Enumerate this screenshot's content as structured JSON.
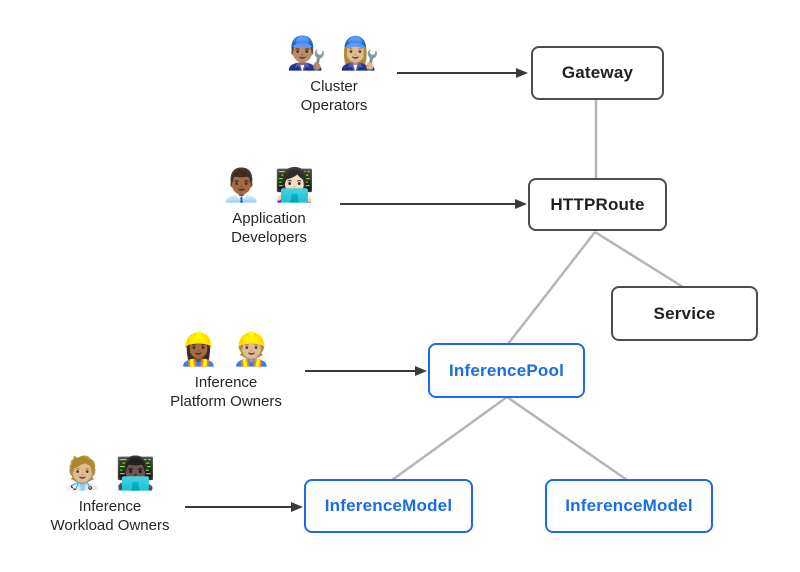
{
  "colors": {
    "node_border": "#4d4d4d",
    "node_text": "#1f1f1f",
    "blue_accent": "#1a6ce8",
    "edge_gray": "#b5b5b5",
    "arrow_dark": "#3a3a3a"
  },
  "actors": [
    {
      "emoji": "👨🏽‍🔧 👩🏼‍🔧",
      "line1": "Cluster",
      "line2": "Operators"
    },
    {
      "emoji": "👨🏾‍💼 👩🏻‍💻",
      "line1": "Application",
      "line2": "Developers"
    },
    {
      "emoji": "👷🏾‍♀️ 👷🏼",
      "line1": "Inference",
      "line2": "Platform Owners"
    },
    {
      "emoji": "🧑🏼‍⚕️ 👨🏿‍💻",
      "line1": "Inference",
      "line2": "Workload Owners"
    }
  ],
  "nodes": {
    "gateway": {
      "label": "Gateway"
    },
    "httproute": {
      "label": "HTTPRoute"
    },
    "service": {
      "label": "Service"
    },
    "inferencepool": {
      "label": "InferencePool"
    },
    "inferencemodel1": {
      "label": "InferenceModel"
    },
    "inferencemodel2": {
      "label": "InferenceModel"
    }
  },
  "edges": [
    {
      "from": "Cluster Operators",
      "to": "HTTPRoute note: Gateway",
      "style": "arrow"
    },
    {
      "from": "Application Developers",
      "to": "HTTPRoute",
      "style": "arrow"
    },
    {
      "from": "Inference Platform Owners",
      "to": "InferencePool",
      "style": "arrow"
    },
    {
      "from": "Inference Workload Owners",
      "to": "InferenceModel",
      "style": "arrow"
    },
    {
      "from": "Gateway",
      "to": "HTTPRoute",
      "style": "line"
    },
    {
      "from": "HTTPRoute",
      "to": "Service",
      "style": "line"
    },
    {
      "from": "HTTPRoute",
      "to": "InferencePool",
      "style": "line"
    },
    {
      "from": "InferencePool",
      "to": "InferenceModel",
      "style": "line"
    },
    {
      "from": "InferencePool",
      "to": "InferenceModel 2",
      "style": "line"
    }
  ]
}
